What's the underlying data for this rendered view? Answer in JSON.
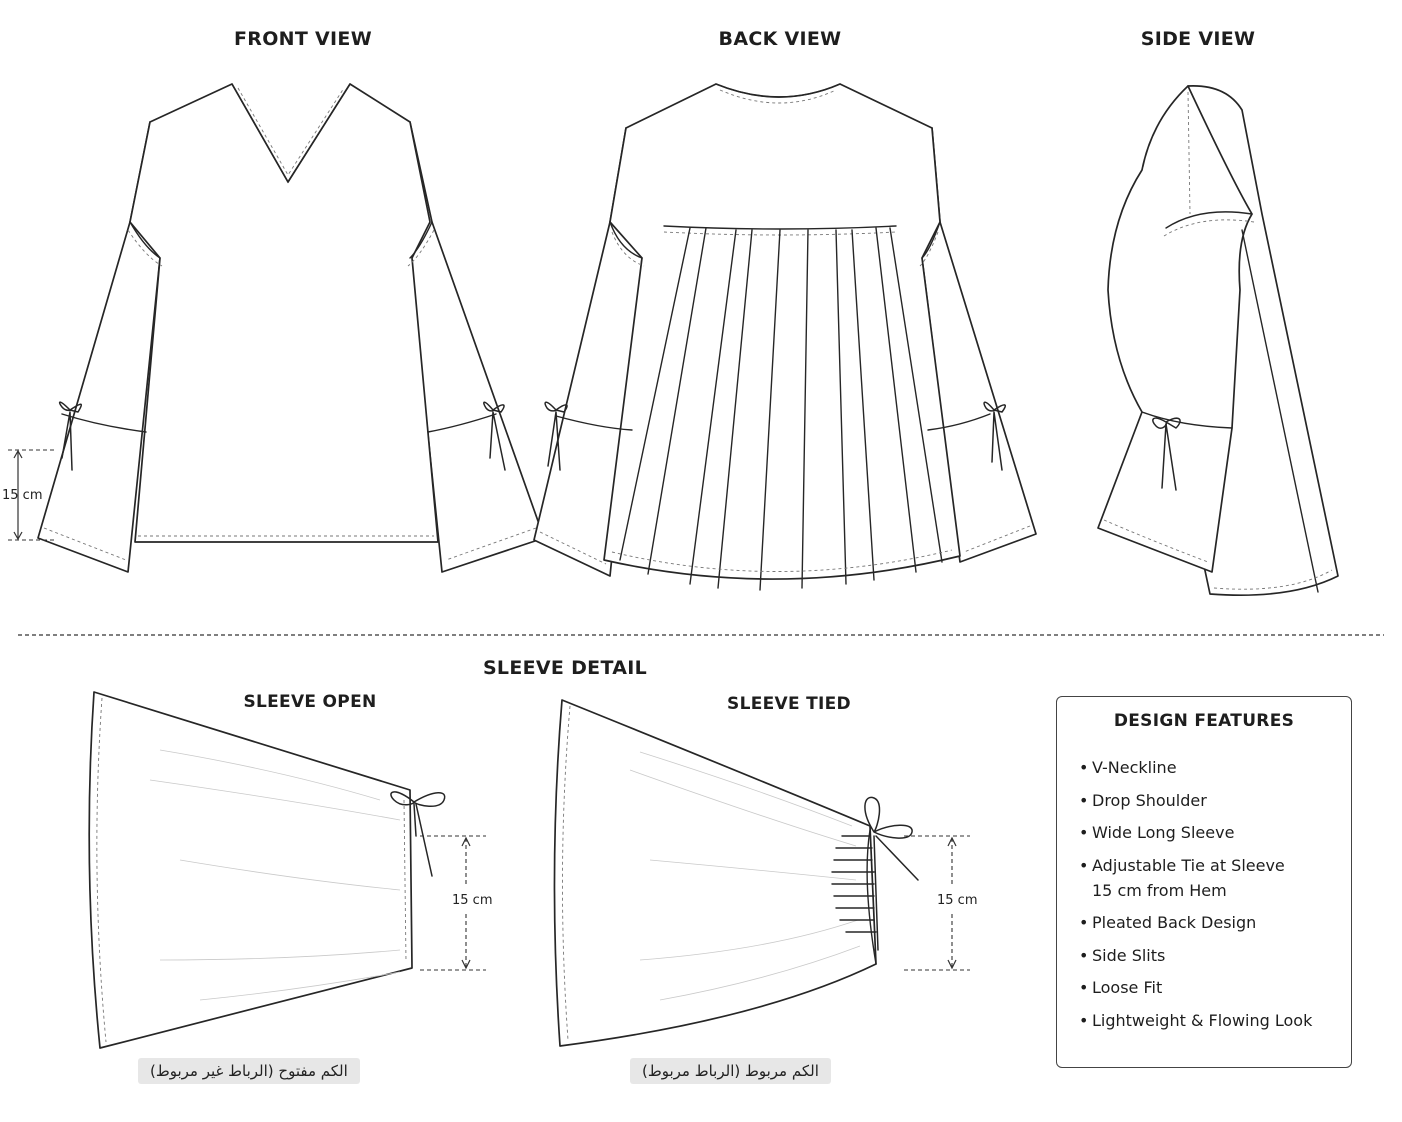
{
  "views": {
    "front": "FRONT VIEW",
    "back": "BACK VIEW",
    "side": "SIDE VIEW"
  },
  "sleeve_detail": {
    "title": "SLEEVE DETAIL",
    "open_title": "SLEEVE OPEN",
    "tied_title": "SLEEVE TIED",
    "open_caption": "الكم مفتوح (الرباط غير مربوط)",
    "tied_caption": "الكم مربوط (الرباط مربوط)"
  },
  "measurements": {
    "front_sleeve": "15 cm",
    "open_sleeve": "15 cm",
    "tied_sleeve": "15 cm"
  },
  "design_features": {
    "title": "DESIGN FEATURES",
    "items": [
      "V-Neckline",
      "Drop Shoulder",
      "Wide Long Sleeve",
      "Adjustable Tie at Sleeve",
      "15 cm from Hem",
      "Pleated Back Design",
      "Side Slits",
      "Loose Fit",
      "Lightweight & Flowing Look"
    ]
  }
}
